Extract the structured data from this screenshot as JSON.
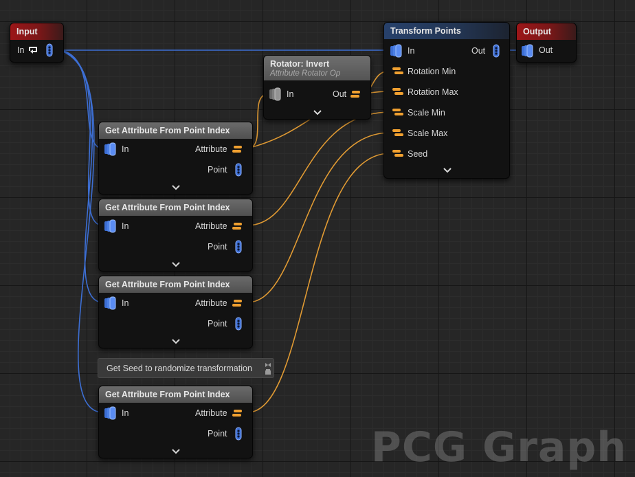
{
  "graph": {
    "watermark": "PCG Graph"
  },
  "colors": {
    "spatial_wire": "#3d6fd4",
    "attribute_wire": "#e09a33",
    "input_header": "#9c1618",
    "transform_header": "#27416b"
  },
  "nodes": {
    "input": {
      "title": "Input",
      "pin_in": "In"
    },
    "output": {
      "title": "Output",
      "pin_out": "Out"
    },
    "transform": {
      "title": "Transform Points",
      "pin_in": "In",
      "pin_out": "Out",
      "pins": [
        "Rotation Min",
        "Rotation Max",
        "Scale Min",
        "Scale Max",
        "Seed"
      ]
    },
    "invert": {
      "title": "Rotator: Invert",
      "subtitle": "Attribute Rotator Op",
      "pin_in": "In",
      "pin_out": "Out"
    },
    "get_attr": [
      {
        "title": "Get Attribute From Point Index",
        "pin_in": "In",
        "pin_attr": "Attribute",
        "pin_point": "Point"
      },
      {
        "title": "Get Attribute From Point Index",
        "pin_in": "In",
        "pin_attr": "Attribute",
        "pin_point": "Point"
      },
      {
        "title": "Get Attribute From Point Index",
        "pin_in": "In",
        "pin_attr": "Attribute",
        "pin_point": "Point"
      },
      {
        "title": "Get Attribute From Point Index",
        "pin_in": "In",
        "pin_attr": "Attribute",
        "pin_point": "Point"
      }
    ]
  },
  "comment": {
    "text": "Get Seed to randomize transformation"
  }
}
